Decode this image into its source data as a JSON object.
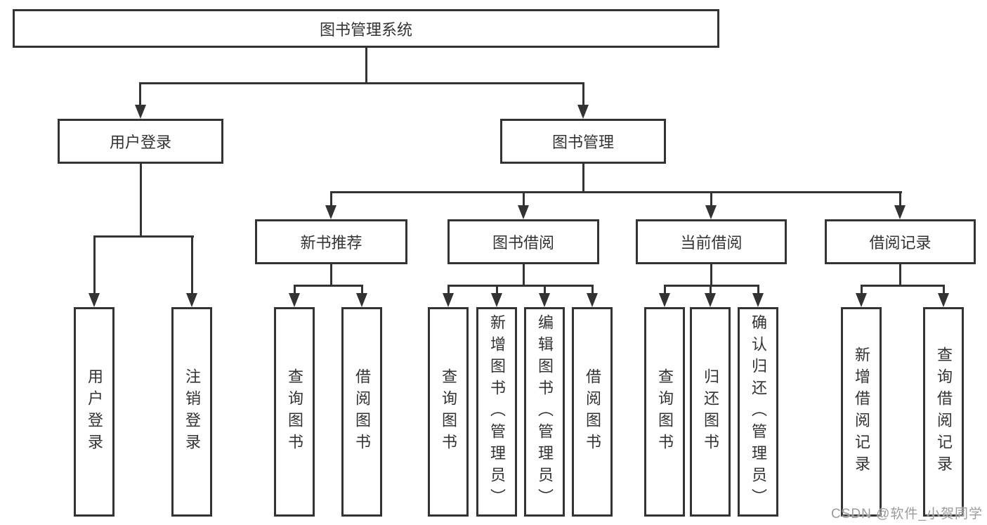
{
  "diagram": {
    "type": "hierarchy-tree",
    "hierarchy": {
      "label": "图书管理系统",
      "children": [
        {
          "label": "用户登录",
          "children": [
            {
              "label": "用户登录"
            },
            {
              "label": "注销登录"
            }
          ]
        },
        {
          "label": "图书管理",
          "children": [
            {
              "label": "新书推荐",
              "children": [
                {
                  "label": "查询图书"
                },
                {
                  "label": "借阅图书"
                }
              ]
            },
            {
              "label": "图书借阅",
              "children": [
                {
                  "label": "查询图书"
                },
                {
                  "label": "新增图书（管理员）"
                },
                {
                  "label": "编辑图书（管理员）"
                },
                {
                  "label": "借阅图书"
                }
              ]
            },
            {
              "label": "当前借阅",
              "children": [
                {
                  "label": "查询图书"
                },
                {
                  "label": "归还图书"
                },
                {
                  "label": "确认归还（管理员）"
                }
              ]
            },
            {
              "label": "借阅记录",
              "children": [
                {
                  "label": "新增借阅记录"
                },
                {
                  "label": "查询借阅记录"
                }
              ]
            }
          ]
        }
      ]
    }
  },
  "nodes": {
    "root": "图书管理系统",
    "user_login": "用户登录",
    "book_mgmt": "图书管理",
    "new_book_rec": "新书推荐",
    "book_borrow": "图书借阅",
    "current_borrow": "当前借阅",
    "borrow_records": "借阅记录",
    "ul_user_login": "用户登录",
    "ul_logout": "注销登录",
    "nbr_query": "查询图书",
    "nbr_borrow": "借阅图书",
    "bb_query": "查询图书",
    "bb_add": "新增图书（管理员）",
    "bb_edit": "编辑图书（管理员）",
    "bb_borrow": "借阅图书",
    "cb_query": "查询图书",
    "cb_return": "归还图书",
    "cb_confirm": "确认归还（管理员）",
    "br_add": "新增借阅记录",
    "br_query": "查询借阅记录"
  },
  "watermark": "CSDN @软件_小贺同学",
  "colors": {
    "line": "#333333",
    "text": "#333333",
    "background": "#ffffff",
    "watermark": "#9c9c9c"
  }
}
